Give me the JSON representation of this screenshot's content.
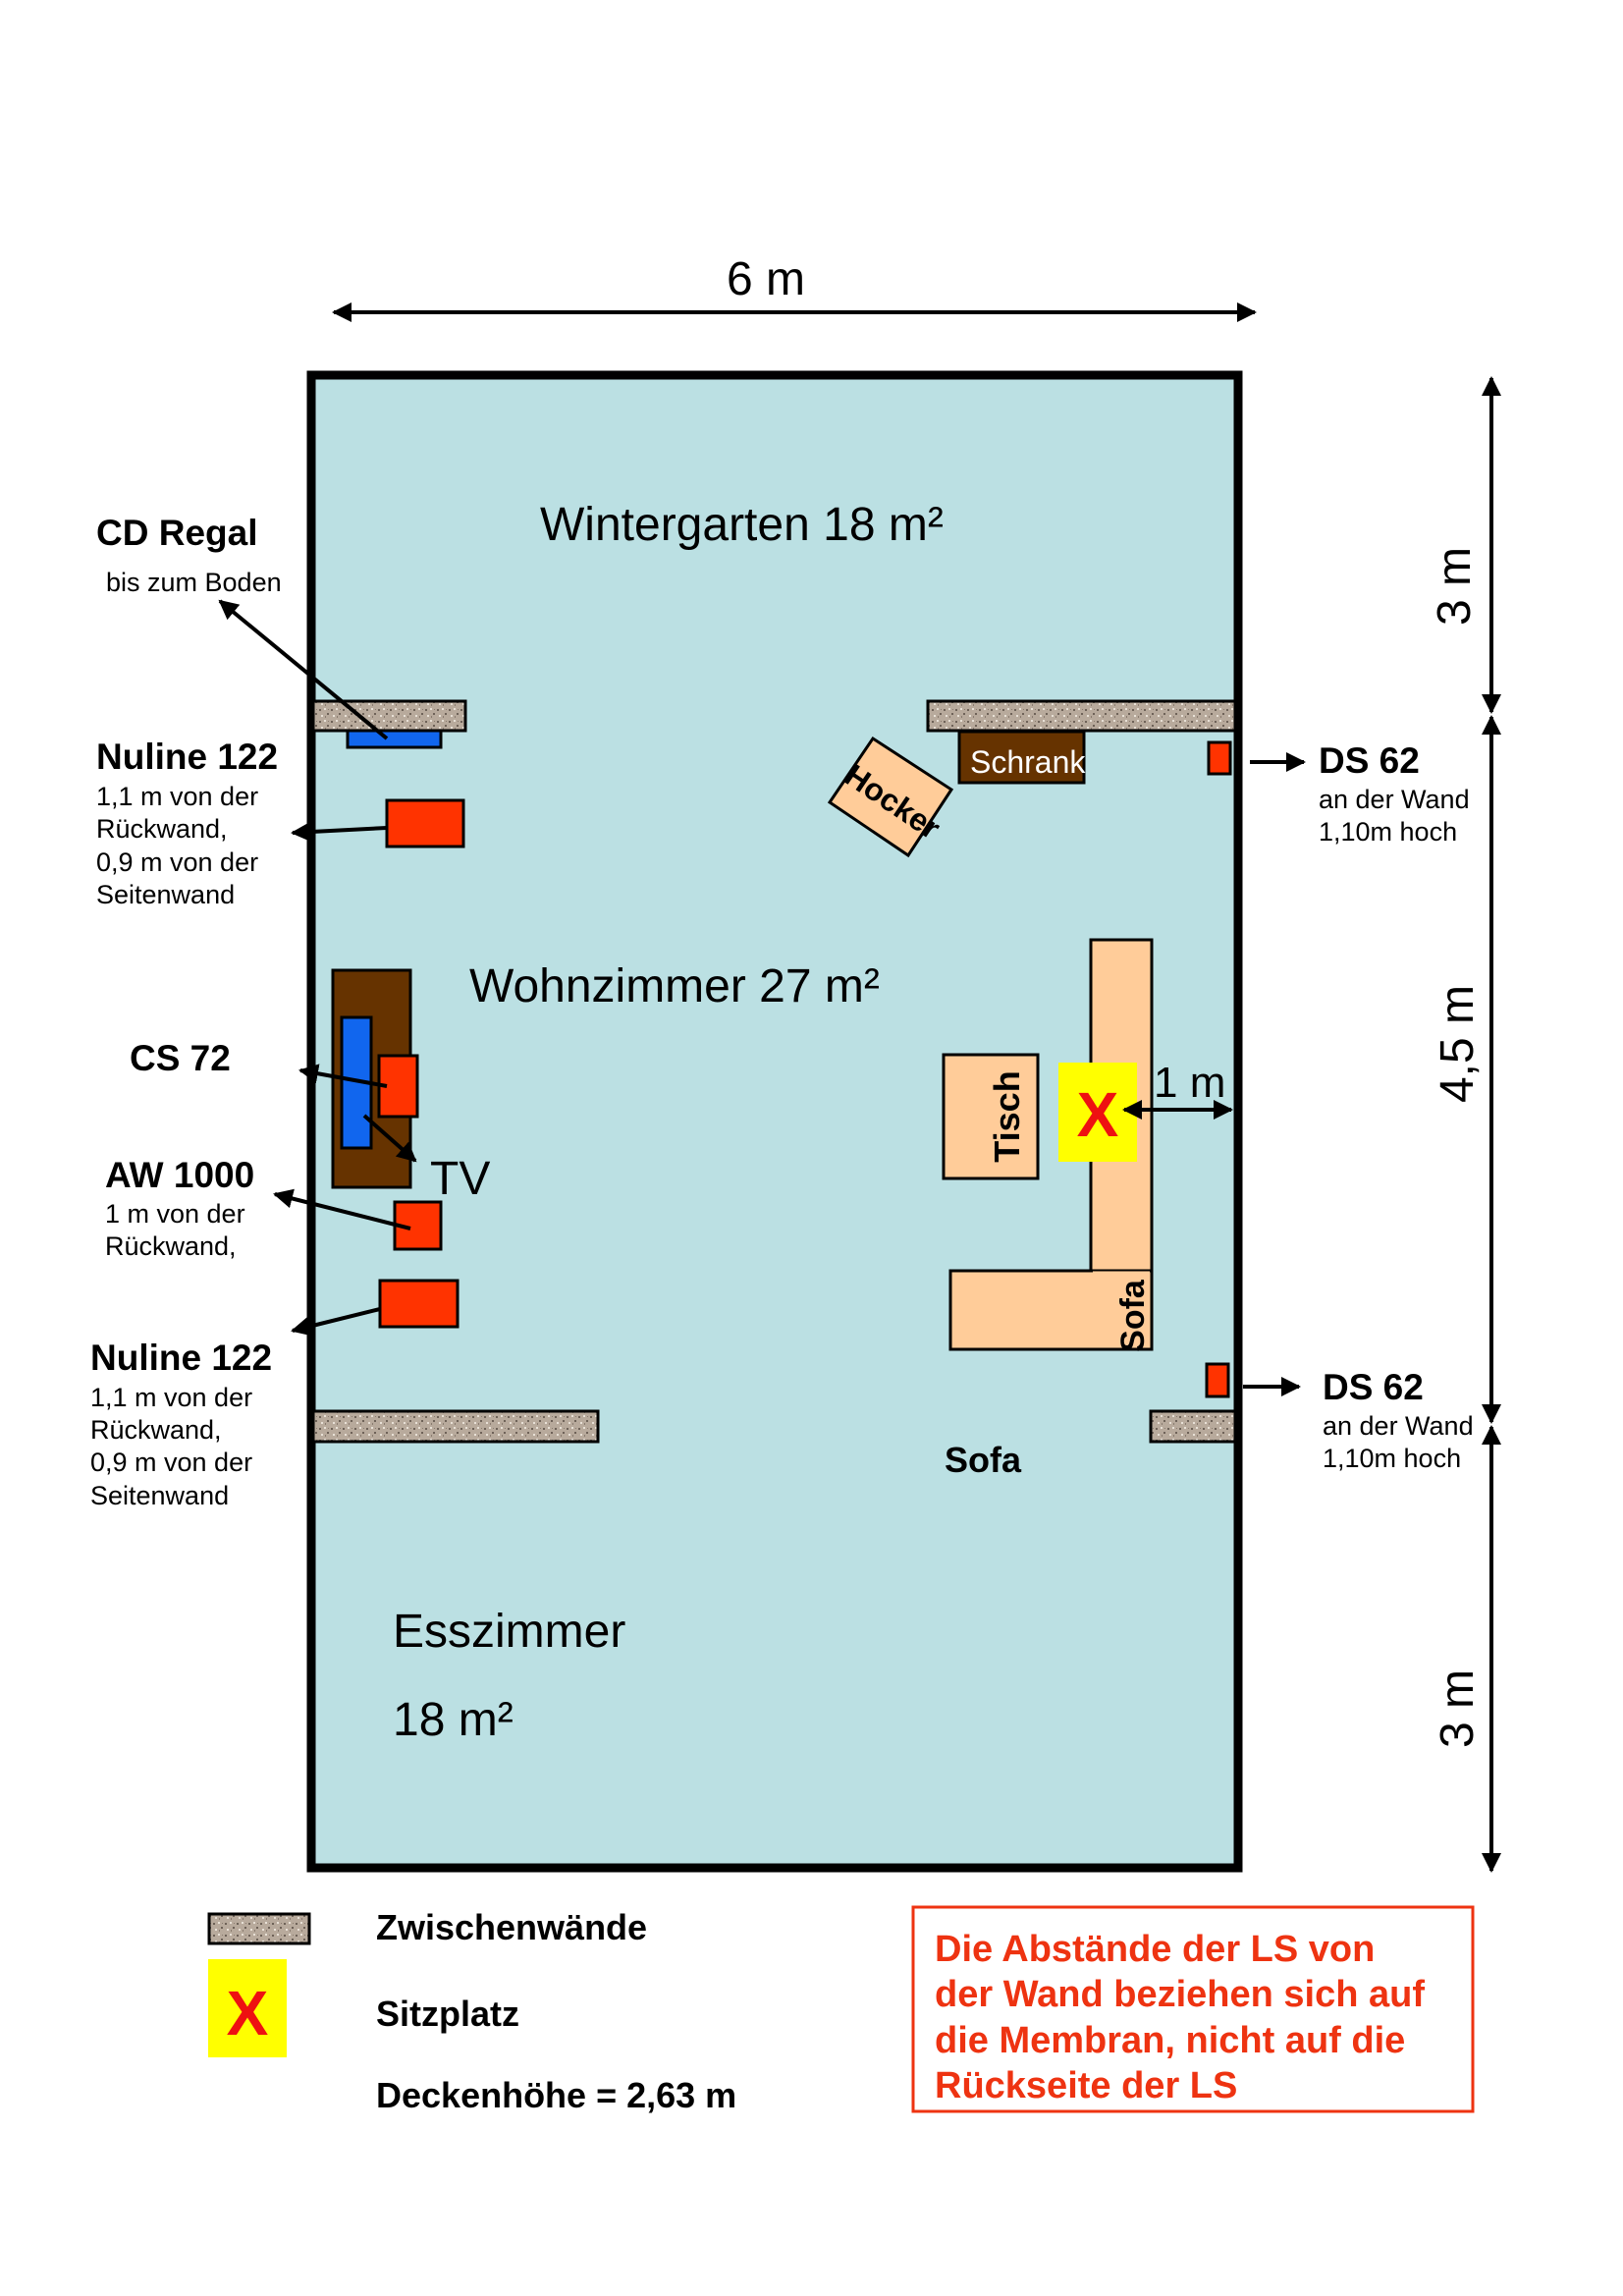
{
  "dimensions": {
    "width": "6 m",
    "height_top": "3 m",
    "height_mid": "4,5 m",
    "height_bottom": "3 m",
    "seat_to_wall": "1 m"
  },
  "rooms": {
    "wintergarten": "Wintergarten 18 m²",
    "wohnzimmer": "Wohnzimmer  27 m²",
    "esszimmer_name": "Esszimmer",
    "esszimmer_area": "18 m²"
  },
  "furniture": {
    "schrank": "Schrank",
    "hocker": "Hocker",
    "tisch": "Tisch",
    "sofa_vertical": "Sofa",
    "sofa_label": "Sofa",
    "tv": "TV",
    "seat_marker": "X"
  },
  "annotations": {
    "cd_regal": {
      "title": "CD Regal",
      "lines": [
        "bis zum Boden"
      ]
    },
    "nuline_top": {
      "title": "Nuline 122",
      "lines": [
        "1,1 m von der",
        "Rückwand,",
        "0,9 m von der",
        "Seitenwand"
      ]
    },
    "cs72": {
      "title": "CS 72"
    },
    "aw1000": {
      "title": "AW 1000",
      "lines": [
        "1 m von der",
        "Rückwand,"
      ]
    },
    "nuline_bottom": {
      "title": "Nuline 122",
      "lines": [
        "1,1 m von der",
        "Rückwand,",
        "0,9 m von der",
        "Seitenwand"
      ]
    },
    "ds62_top": {
      "title": "DS 62",
      "lines": [
        "an der Wand",
        "1,10m hoch"
      ]
    },
    "ds62_bottom": {
      "title": "DS 62",
      "lines": [
        "an der Wand",
        "1,10m hoch"
      ]
    }
  },
  "legend": {
    "walls": "Zwischenwände",
    "seat_marker": "X",
    "seat": "Sitzplatz",
    "ceiling": "Deckenhöhe  = 2,63 m"
  },
  "note": {
    "lines": [
      "Die Abstände der LS von",
      "der Wand beziehen sich auf",
      "die Membran, nicht auf die",
      "Rückseite der LS"
    ]
  },
  "colors": {
    "floor": "#bbe0e3",
    "speaker": "#ff3300",
    "tv_blue": "#1166ee",
    "wood": "#663300",
    "furniture": "#ffcc99",
    "seat_bg": "#ffff00",
    "seat_x": "#ee1111",
    "note": "#ee3311"
  }
}
